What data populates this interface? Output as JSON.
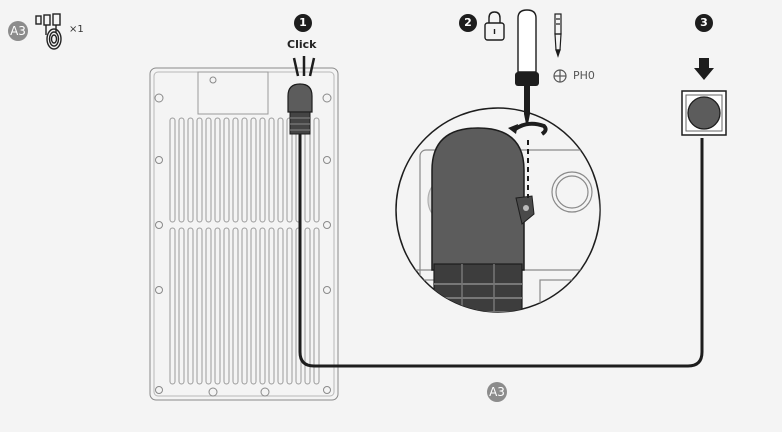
{
  "parts": {
    "cable_badge": "A3",
    "quantity": "×1"
  },
  "steps": [
    {
      "number": "1",
      "label": "Click"
    },
    {
      "number": "2",
      "label": ""
    },
    {
      "number": "3",
      "label": ""
    }
  ],
  "tool": {
    "bit": "PH0"
  },
  "cable_label": "A3"
}
